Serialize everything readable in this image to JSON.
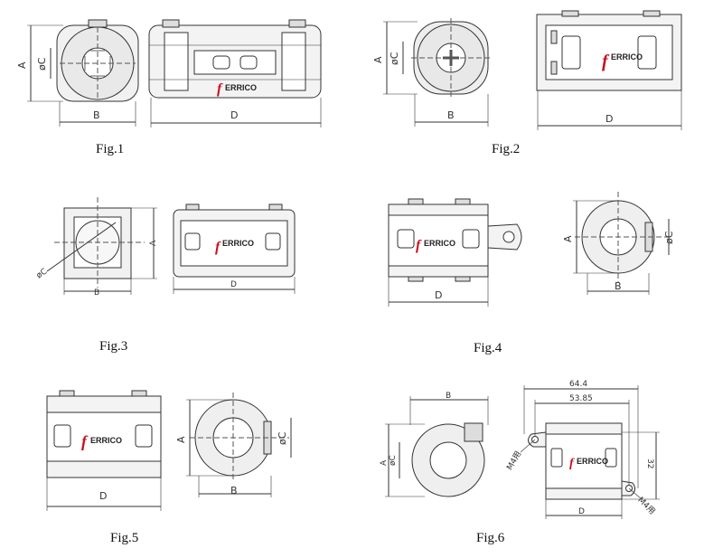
{
  "captions": {
    "fig1": "Fig.1",
    "fig2": "Fig.2",
    "fig3": "Fig.3",
    "fig4": "Fig.4",
    "fig5": "Fig.5",
    "fig6": "Fig.6"
  },
  "dims": {
    "A": "A",
    "B": "B",
    "C": "øC",
    "D": "D"
  },
  "logo": {
    "initial": "f",
    "rest": "ERRICO",
    "brand_color": "#c8101e"
  },
  "fig6_dims": {
    "overall_length": "64.4",
    "hole_spacing": "53.85",
    "height": "32",
    "hole_label_left": "M4用",
    "hole_label_right": "M4用",
    "D": "D",
    "B": "B",
    "A": "A",
    "C": "øC"
  }
}
